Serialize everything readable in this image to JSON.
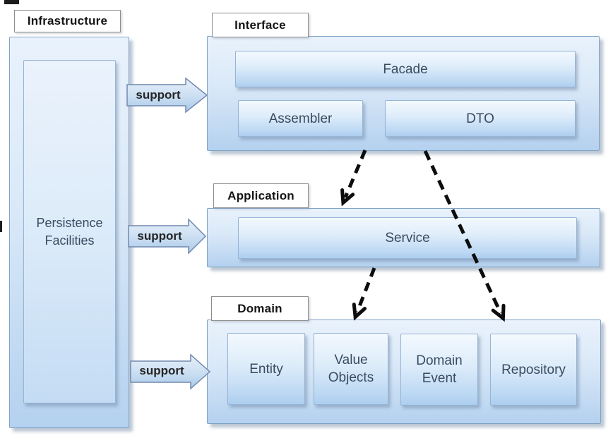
{
  "layers": {
    "infrastructure": {
      "label": "Infrastructure",
      "persistence": "Persistence Facilities"
    },
    "interface": {
      "label": "Interface",
      "facade": "Facade",
      "assembler": "Assembler",
      "dto": "DTO"
    },
    "application": {
      "label": "Application",
      "service": "Service"
    },
    "domain": {
      "label": "Domain",
      "entity": "Entity",
      "value_objects": "Value Objects",
      "domain_event": "Domain Event",
      "repository": "Repository"
    }
  },
  "arrows": {
    "support": "support"
  },
  "colors": {
    "container_fill_top": "#e9f2fc",
    "container_fill_bottom": "#b4d1ef",
    "container_border": "#7fa2c6",
    "box_fill_top": "#f3f9fe",
    "box_fill_bottom": "#adceef",
    "box_border": "#96b4d4",
    "box_text": "#3a4b60",
    "tab_bg": "#ffffff",
    "tab_border": "#8e8e8e",
    "support_arrow_border": "#7189ae",
    "dashed_arrow": "#0d0d0d"
  }
}
